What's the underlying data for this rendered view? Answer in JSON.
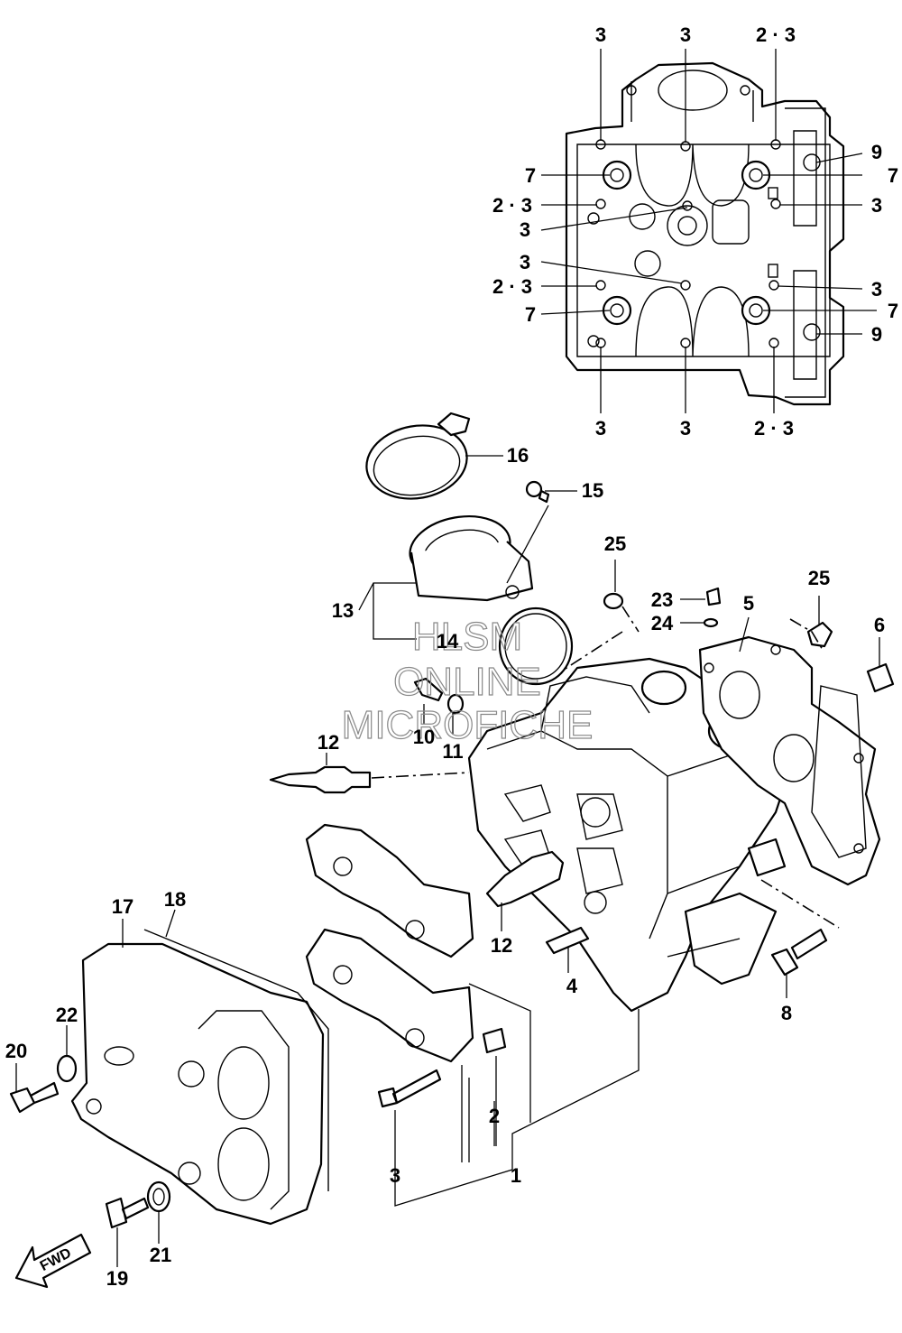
{
  "callouts": {
    "c1": "1",
    "c2": "2",
    "c3": "3",
    "c4": "4",
    "c5": "5",
    "c6": "6",
    "c8": "8",
    "c10": "10",
    "c11": "11",
    "c12a": "12",
    "c12b": "12",
    "c13": "13",
    "c14": "14",
    "c15": "15",
    "c16": "16",
    "c17": "17",
    "c18": "18",
    "c19": "19",
    "c20": "20",
    "c21": "21",
    "c22": "22",
    "c23": "23",
    "c24": "24",
    "c25a": "25",
    "c25b": "25"
  },
  "top_view": {
    "t1": "3",
    "t2": "3",
    "t3": "2 · 3",
    "l1": "7",
    "l2": "2 · 3",
    "l3": "3",
    "l4": "3",
    "l5": "2 · 3",
    "l6": "7",
    "r1": "9",
    "r2": "7",
    "r3": "3",
    "r4": "3",
    "r5": "7",
    "r6": "9",
    "b1": "3",
    "b2": "3",
    "b3": "2 · 3"
  },
  "watermark": {
    "line1": "HLSM",
    "line2": "ONLINE",
    "line3": "MICROFICHE"
  },
  "fwd_label": "FWD"
}
